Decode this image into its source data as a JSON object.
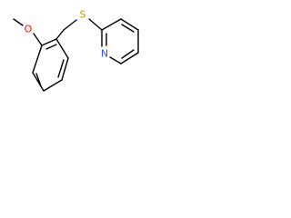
{
  "molecule": {
    "atoms": {
      "oxygen": {
        "symbol": "O",
        "color": "#ff0d0d"
      },
      "sulfur": {
        "symbol": "S",
        "color": "#b8a000"
      },
      "nitrogen": {
        "symbol": "N",
        "color": "#3050f8"
      }
    },
    "bond_color": "#000000",
    "background": "#ffffff"
  }
}
